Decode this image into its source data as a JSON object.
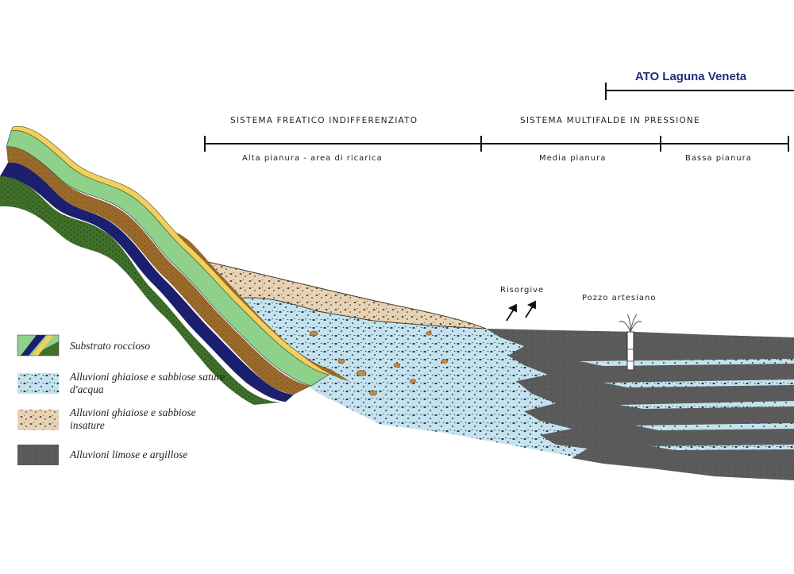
{
  "header": {
    "ato_title": "ATO Laguna Veneta"
  },
  "systems": {
    "phreatic": "Sistema freatico indifferenziato",
    "multiaquifer": "Sistema multifalde in pressione"
  },
  "zones": {
    "high_plain": "Alta pianura - area di ricarica",
    "middle_plain": "Media pianura",
    "low_plain": "Bassa pianura"
  },
  "features": {
    "springs": "Risorgive",
    "artesian_well": "Pozzo artesiano"
  },
  "legend": [
    {
      "label": "Substrato roccioso",
      "pattern": "bedrock"
    },
    {
      "label": "Alluvioni ghiaiose e sabbiose sature d'acqua",
      "pattern": "saturated"
    },
    {
      "label": "Alluvioni ghiaiose e sabbiose insature",
      "pattern": "unsaturated"
    },
    {
      "label": "Alluvioni limose e argillose",
      "pattern": "clay"
    }
  ],
  "colors": {
    "ato_title": "#1f2f7a",
    "bedrock_green": "#8fd08a",
    "bedrock_navy": "#1c1f6e",
    "bedrock_brown": "#9a6a2a",
    "bedrock_yellow": "#f0d060",
    "bedrock_dark_green": "#3f6f2a",
    "saturated": "#c5e3ef",
    "unsaturated": "#e6d3b5",
    "clay": "#5a5a5a"
  }
}
